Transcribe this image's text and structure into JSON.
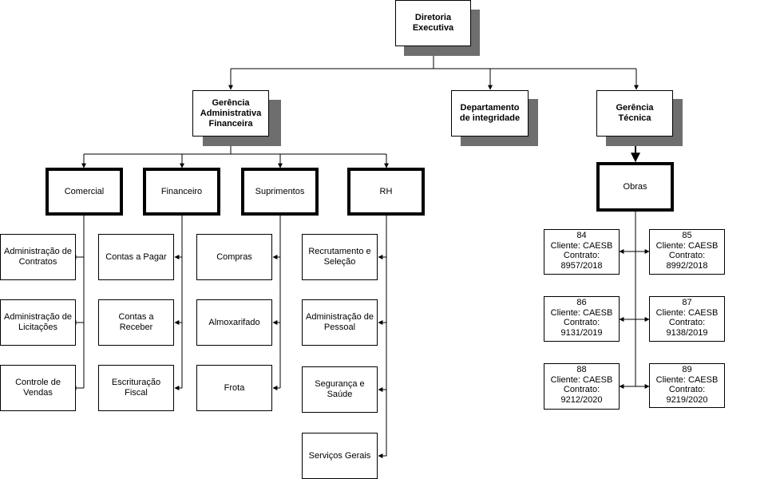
{
  "top": {
    "director": "Diretoria\nExecutiva"
  },
  "managers": {
    "admin_fin": "Gerência\nAdministrativa\nFinanceira",
    "integrity": "Departamento\nde integridade",
    "technical": "Gerência Técnica"
  },
  "departments": {
    "comercial": "Comercial",
    "financeiro": "Financeiro",
    "suprimentos": "Suprimentos",
    "rh": "RH",
    "obras": "Obras"
  },
  "comercial_units": [
    "Administração de\nContratos",
    "Administração de\nLicitações",
    "Controle de\nVendas"
  ],
  "financeiro_units": [
    "Contas a Pagar",
    "Contas a Receber",
    "Escrituração\nFiscal"
  ],
  "suprimentos_units": [
    "Compras",
    "Almoxarifado",
    "Frota"
  ],
  "rh_units": [
    "Recrutamento e\nSeleção",
    "Administração de\nPessoal",
    "Segurança e\nSaúde",
    "Serviços Gerais"
  ],
  "obras_contracts": [
    {
      "number": "84",
      "client": "Cliente: CAESB",
      "contract_label": "Contrato:",
      "contract": "8957/2018"
    },
    {
      "number": "85",
      "client": "Cliente: CAESB",
      "contract_label": "Contrato:",
      "contract": "8992/2018"
    },
    {
      "number": "86",
      "client": "Cliente: CAESB",
      "contract_label": "Contrato:",
      "contract": "9131/2019"
    },
    {
      "number": "87",
      "client": "Cliente: CAESB",
      "contract_label": "Contrato:",
      "contract": "9138/2019"
    },
    {
      "number": "88",
      "client": "Cliente: CAESB",
      "contract_label": "Contrato:",
      "contract": "9212/2020"
    },
    {
      "number": "89",
      "client": "Cliente: CAESB",
      "contract_label": "Contrato:",
      "contract": "9219/2020"
    }
  ]
}
